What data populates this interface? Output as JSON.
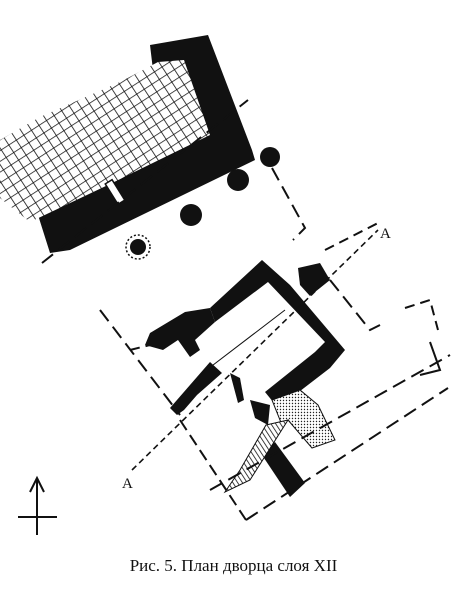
{
  "figure": {
    "section_label_a": "A",
    "section_label_a_end": "A",
    "caption": "Рис. 5. План дворца слоя XII"
  },
  "colors": {
    "ink": "#111111",
    "paper": "#ffffff"
  },
  "icons": {
    "north_arrow": "north-arrow-icon"
  }
}
